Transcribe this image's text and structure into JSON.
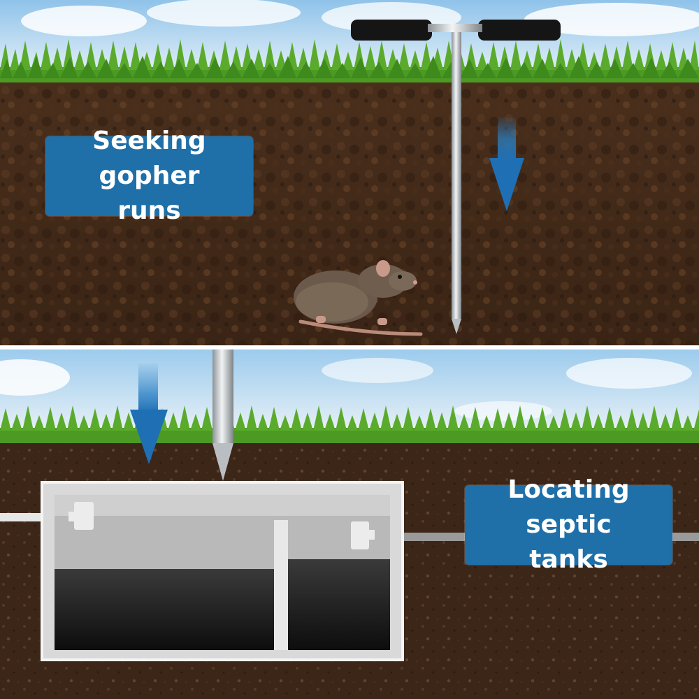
{
  "panels": [
    {
      "caption_line1": "Seeking gopher",
      "caption_line2": "runs"
    },
    {
      "caption_line1": "Locating septic",
      "caption_line2": "tanks"
    }
  ],
  "colors": {
    "caption_bg": "#1f6fa8",
    "arrow": "#2a7fc4",
    "soil_dark": "#3b2618",
    "soil_light": "#5a3b25",
    "grass": "#4c9a24",
    "sky": "#a9d2ee",
    "probe_metal": "#c8cdd1",
    "handle": "#151515"
  },
  "icons": {
    "top_arrow": "down-arrow-icon",
    "bottom_arrow": "down-arrow-icon"
  }
}
